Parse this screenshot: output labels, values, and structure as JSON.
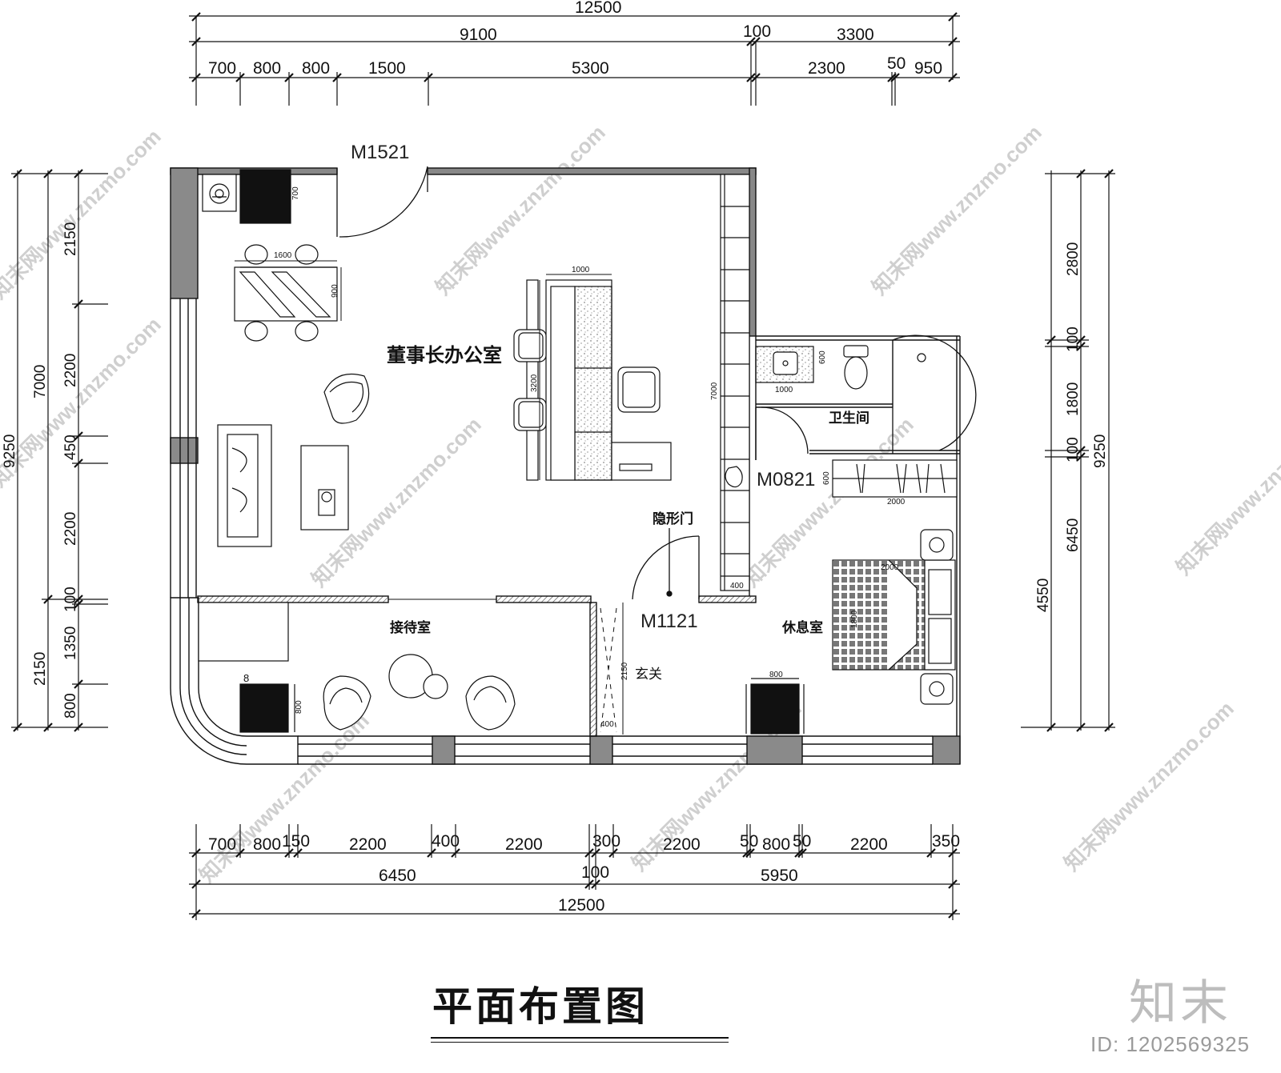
{
  "drawing": {
    "title": "平面布置图",
    "brand": "知末",
    "image_id": "ID: 1202569325",
    "watermark": "知末网www.znzmo.com"
  },
  "rooms": {
    "chairman_office": "董事长办公室",
    "reception": "接待室",
    "bathroom": "卫生间",
    "rest_room": "休息室",
    "foyer": "玄关",
    "hidden_door": "隐形门"
  },
  "doors": {
    "main": "M1521",
    "bathroom": "M0821",
    "rest": "M1121"
  },
  "dimensions": {
    "top_total": "12500",
    "top_mid": [
      "9100",
      "100",
      "3300"
    ],
    "top_detail": [
      "700",
      "800",
      "800",
      "1500",
      "5300",
      "2300",
      "50",
      "950"
    ],
    "bottom_detail": [
      "700",
      "800",
      "150",
      "2200",
      "400",
      "2200",
      "300",
      "2200",
      "50",
      "800",
      "50",
      "2200",
      "350"
    ],
    "bottom_mid": [
      "6450",
      "100",
      "5950"
    ],
    "bottom_total": "12500",
    "left_total": "9250",
    "left_mid": [
      "7000",
      "2150"
    ],
    "left_detail": [
      "2150",
      "2200",
      "450",
      "2200",
      "100",
      "1350",
      "800"
    ],
    "right_total": "9250",
    "right_mid": [
      "2800",
      "100",
      "1800",
      "100",
      "6450"
    ],
    "right_detail": [
      "4550"
    ]
  },
  "furniture_labels": {
    "table_w": "1600",
    "table_d": "900",
    "desk_w": "1000",
    "desk_l": "3200",
    "cabinet_l": "7000",
    "cabinet_end": "400",
    "sink_w": "1000",
    "sink_d": "600",
    "wardrobe_w": "2000",
    "wardrobe_d": "600",
    "bed_w": "2000",
    "bed_l": "1800",
    "foyer_l": "2150",
    "foyer_w": "400",
    "small_box": "800",
    "tiny": "700",
    "marker": "8"
  }
}
